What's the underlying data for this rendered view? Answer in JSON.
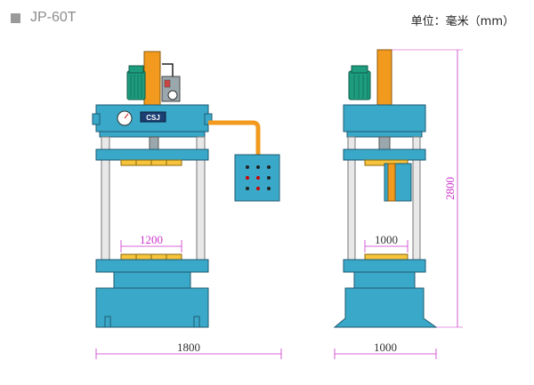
{
  "header": {
    "title": "JP-60T",
    "unit_label": "单位：毫米（mm）"
  },
  "dimensions": {
    "front_platen_width": "1200",
    "front_overall_width": "1800",
    "side_platen_width": "1000",
    "side_overall_width": "1000",
    "overall_height": "2800"
  },
  "labels": {
    "brand": "CSJ"
  },
  "colors": {
    "machine": "#3aa8c8",
    "outline": "#1f5a72",
    "motor": "#1d9d7e",
    "cylinder": "#f29a1e",
    "pillar": "#e8e8e8",
    "platen": "#f6c33a",
    "dimension": "#cc33cc"
  }
}
